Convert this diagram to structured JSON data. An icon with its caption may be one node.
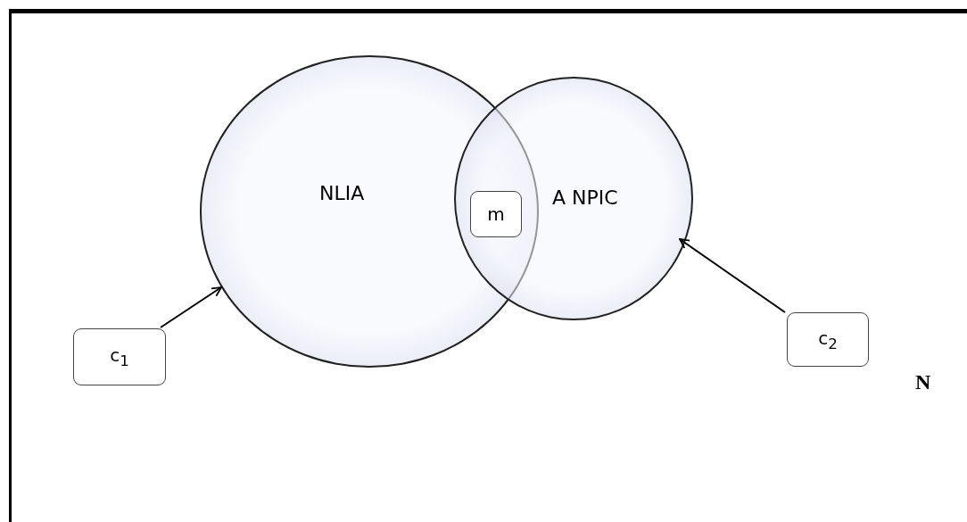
{
  "diagram": {
    "nodes": [
      {
        "text": [
          "N"
        ]
      },
      {
        "text": [
          "NLIA"
        ],
        "in": 0
      },
      {
        "text": [
          "A NPIC"
        ],
        "in": 0
      },
      {
        "text": [
          "m"
        ]
      },
      {
        "text": [
          "c$_{1}$"
        ],
        "in": 0
      },
      {
        "text": [
          "c$_{2}$"
        ],
        "in": 0
      }
    ],
    "edges": [
      {
        "from": 4,
        "to": 1,
        "arrow": "to"
      },
      {
        "from": 5,
        "to": 2,
        "arrow": "to"
      }
    ]
  }
}
